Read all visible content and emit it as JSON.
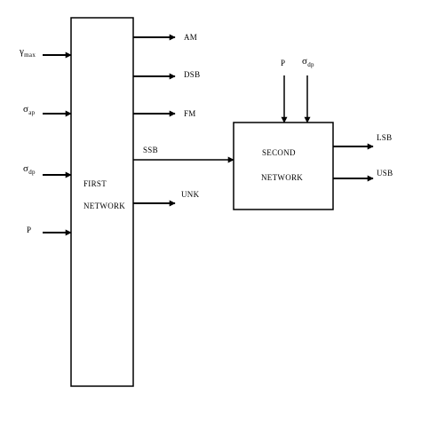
{
  "first_network": {
    "line1": "FIRST",
    "line2": "NETWORK",
    "inputs": {
      "gamma_max": {
        "symbol": "γ",
        "subscript": "max"
      },
      "sigma_ap": {
        "symbol": "σ",
        "subscript": "ap"
      },
      "sigma_dp": {
        "symbol": "σ",
        "subscript": "dp"
      },
      "p": "P"
    },
    "outputs": {
      "am": "AM",
      "dsb": "DSB",
      "fm": "FM",
      "ssb": "SSB",
      "unk": "UNK"
    }
  },
  "second_network": {
    "line1": "SECOND",
    "line2": "NETWORK",
    "inputs": {
      "p": "P",
      "sigma_dp": {
        "symbol": "σ",
        "subscript": "dp"
      }
    },
    "outputs": {
      "lsb": "LSB",
      "usb": "USB"
    }
  },
  "colors": {
    "line": "#000000",
    "background": "#ffffff"
  }
}
